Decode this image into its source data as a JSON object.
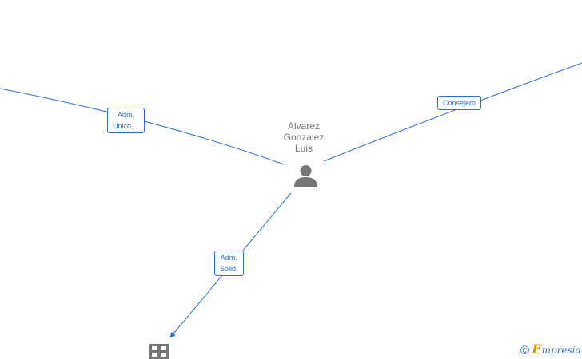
{
  "person": {
    "name_lines": [
      "Alvarez",
      "Gonzalez",
      "Luis"
    ]
  },
  "edges": [
    {
      "label_lines": [
        "Adm.",
        "Unico,..."
      ]
    },
    {
      "label_lines": [
        "Consejero"
      ]
    },
    {
      "label_lines": [
        "Adm.",
        "Solid."
      ]
    }
  ],
  "brand": {
    "copyright": "©",
    "e": "E",
    "rest": "mpresia"
  },
  "colors": {
    "edge": "#2a6fd6",
    "node_icon": "#777777",
    "label_text": "#2a6fd6",
    "person_text": "#777777"
  }
}
